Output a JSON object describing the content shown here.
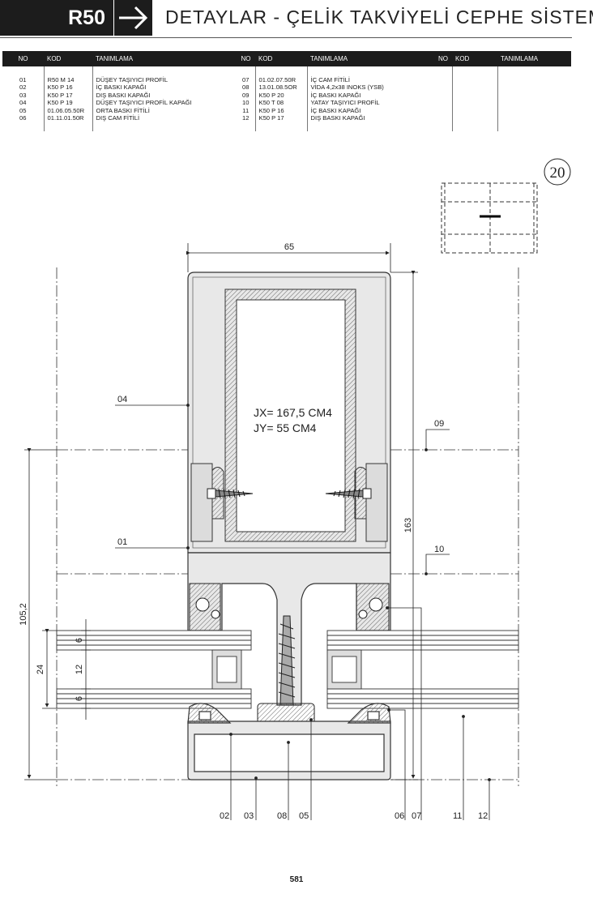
{
  "header": {
    "badge": "R50",
    "title": "DETAYLAR - ÇELİK TAKVİYELİ CEPHE SİSTEMİ"
  },
  "table": {
    "columns": [
      "NO",
      "KOD",
      "TANIMLAMA"
    ],
    "rows": [
      {
        "no": "01",
        "kod": "R50 M 14",
        "tanim": "DÜŞEY TAŞIYICI PROFİL"
      },
      {
        "no": "02",
        "kod": "K50 P 16",
        "tanim": "İÇ BASKI KAPAĞI"
      },
      {
        "no": "03",
        "kod": "K50 P 17",
        "tanim": "DIŞ BASKI KAPAĞI"
      },
      {
        "no": "04",
        "kod": "K50 P 19",
        "tanim": "DÜŞEY TAŞIYICI PROFİL KAPAĞI"
      },
      {
        "no": "05",
        "kod": "01.06.05.50R",
        "tanim": "ORTA BASKI FİTİLİ"
      },
      {
        "no": "06",
        "kod": "01.11.01.50R",
        "tanim": "DIŞ CAM FİTİLİ"
      },
      {
        "no": "07",
        "kod": "01.02.07.50R",
        "tanim": "İÇ CAM FİTİLİ"
      },
      {
        "no": "08",
        "kod": "13.01.08.5OR",
        "tanim": "VİDA 4,2x38 INOKS (YSB)"
      },
      {
        "no": "09",
        "kod": "K50 P 20",
        "tanim": "İÇ BASKI KAPAĞI"
      },
      {
        "no": "10",
        "kod": "K50 T 08",
        "tanim": "YATAY TAŞIYICI PROFİL"
      },
      {
        "no": "11",
        "kod": "K50 P 16",
        "tanim": "İÇ BASKI KAPAĞI"
      },
      {
        "no": "12",
        "kod": "K50 P 17",
        "tanim": "DIŞ BASKI KAPAĞI"
      }
    ]
  },
  "detail_number": "20",
  "drawing": {
    "inertia_jx": "JX= 167,5 CM4",
    "inertia_jy": "JY= 55 CM4",
    "dimensions": {
      "width": "65",
      "height_total": "163",
      "height_left": "105,2",
      "glass_total": "24",
      "glass_pane_outer": "6",
      "glass_gap": "12",
      "glass_pane_inner": "6"
    },
    "callouts": {
      "c04": "04",
      "c01": "01",
      "c09": "09",
      "c10": "10",
      "c02": "02",
      "c03": "03",
      "c08": "08",
      "c05": "05",
      "c06": "06",
      "c07": "07",
      "c11": "11",
      "c12": "12"
    }
  },
  "page_number": "581"
}
